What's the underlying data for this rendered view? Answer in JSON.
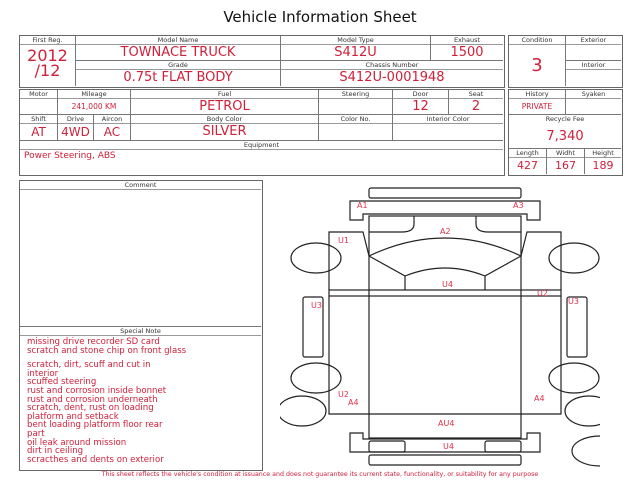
{
  "title": "Vehicle Information Sheet",
  "labels": {
    "first_reg": "First Reg.",
    "model_name": "Model Name",
    "model_type": "Model Type",
    "exhaust": "Exhaust",
    "grade": "Grade",
    "chassis_number": "Chassis Number",
    "condition": "Condition",
    "exterior": "Exterior",
    "interior": "Interior",
    "motor": "Motor",
    "mileage": "Mileage",
    "fuel": "Fuel",
    "steering": "Steering",
    "door": "Door",
    "seat": "Seat",
    "shift": "Shift",
    "drive": "Drive",
    "aircon": "Aircon",
    "body_color": "Body Color",
    "color_no": "Color No.",
    "interior_color": "Interior Color",
    "equipment": "Equipment",
    "history": "History",
    "syaken": "Syaken",
    "recycle_fee": "Recycle Fee",
    "length": "Length",
    "width": "Widht",
    "height": "Height",
    "comment": "Comment",
    "special_note": "Special Note"
  },
  "values": {
    "first_reg_year": "2012",
    "first_reg_month": "/12",
    "model_name": "TOWNACE TRUCK",
    "model_type": "S412U",
    "exhaust": "1500",
    "grade": "0.75t FLAT BODY",
    "chassis_number": "S412U-0001948",
    "condition": "3",
    "mileage": "241,000 KM",
    "fuel": "PETROL",
    "door": "12",
    "seat": "2",
    "shift": "AT",
    "drive": "4WD",
    "aircon": "AC",
    "body_color": "SILVER",
    "equipment": "Power Steering, ABS",
    "history": "PRIVATE",
    "recycle_fee": "7,340",
    "length": "427",
    "width": "167",
    "height": "189"
  },
  "special_notes": [
    "missing drive recorder SD card",
    "scratch and stone chip on front glass",
    "",
    "scratch, dirt, scuff and cut in",
    "interior",
    "scuffed steering",
    "rust and corrosion inside bonnet",
    "rust and corrosion underneath",
    "scratch, dent, rust on loading",
    "platform and setback",
    "bent loading platform  floor rear",
    "part",
    "oil leak around mission",
    "dirt in ceiling",
    "scracthes and dents on exterior"
  ],
  "diagram_marks": {
    "a1": "A1",
    "a3": "A3",
    "a2": "A2",
    "u1": "U1",
    "u4_top": "U4",
    "u2_right": "U2",
    "u3_left": "U3",
    "u3_right": "U3",
    "u2_left": "U2",
    "a4_left": "A4",
    "a4_right": "A4",
    "au4": "AU4",
    "u4_bottom": "U4"
  },
  "footer": "This sheet reflects the vehicle's condition at issuance and does not guarantee its current state, functionality, or suitability for any purpose"
}
